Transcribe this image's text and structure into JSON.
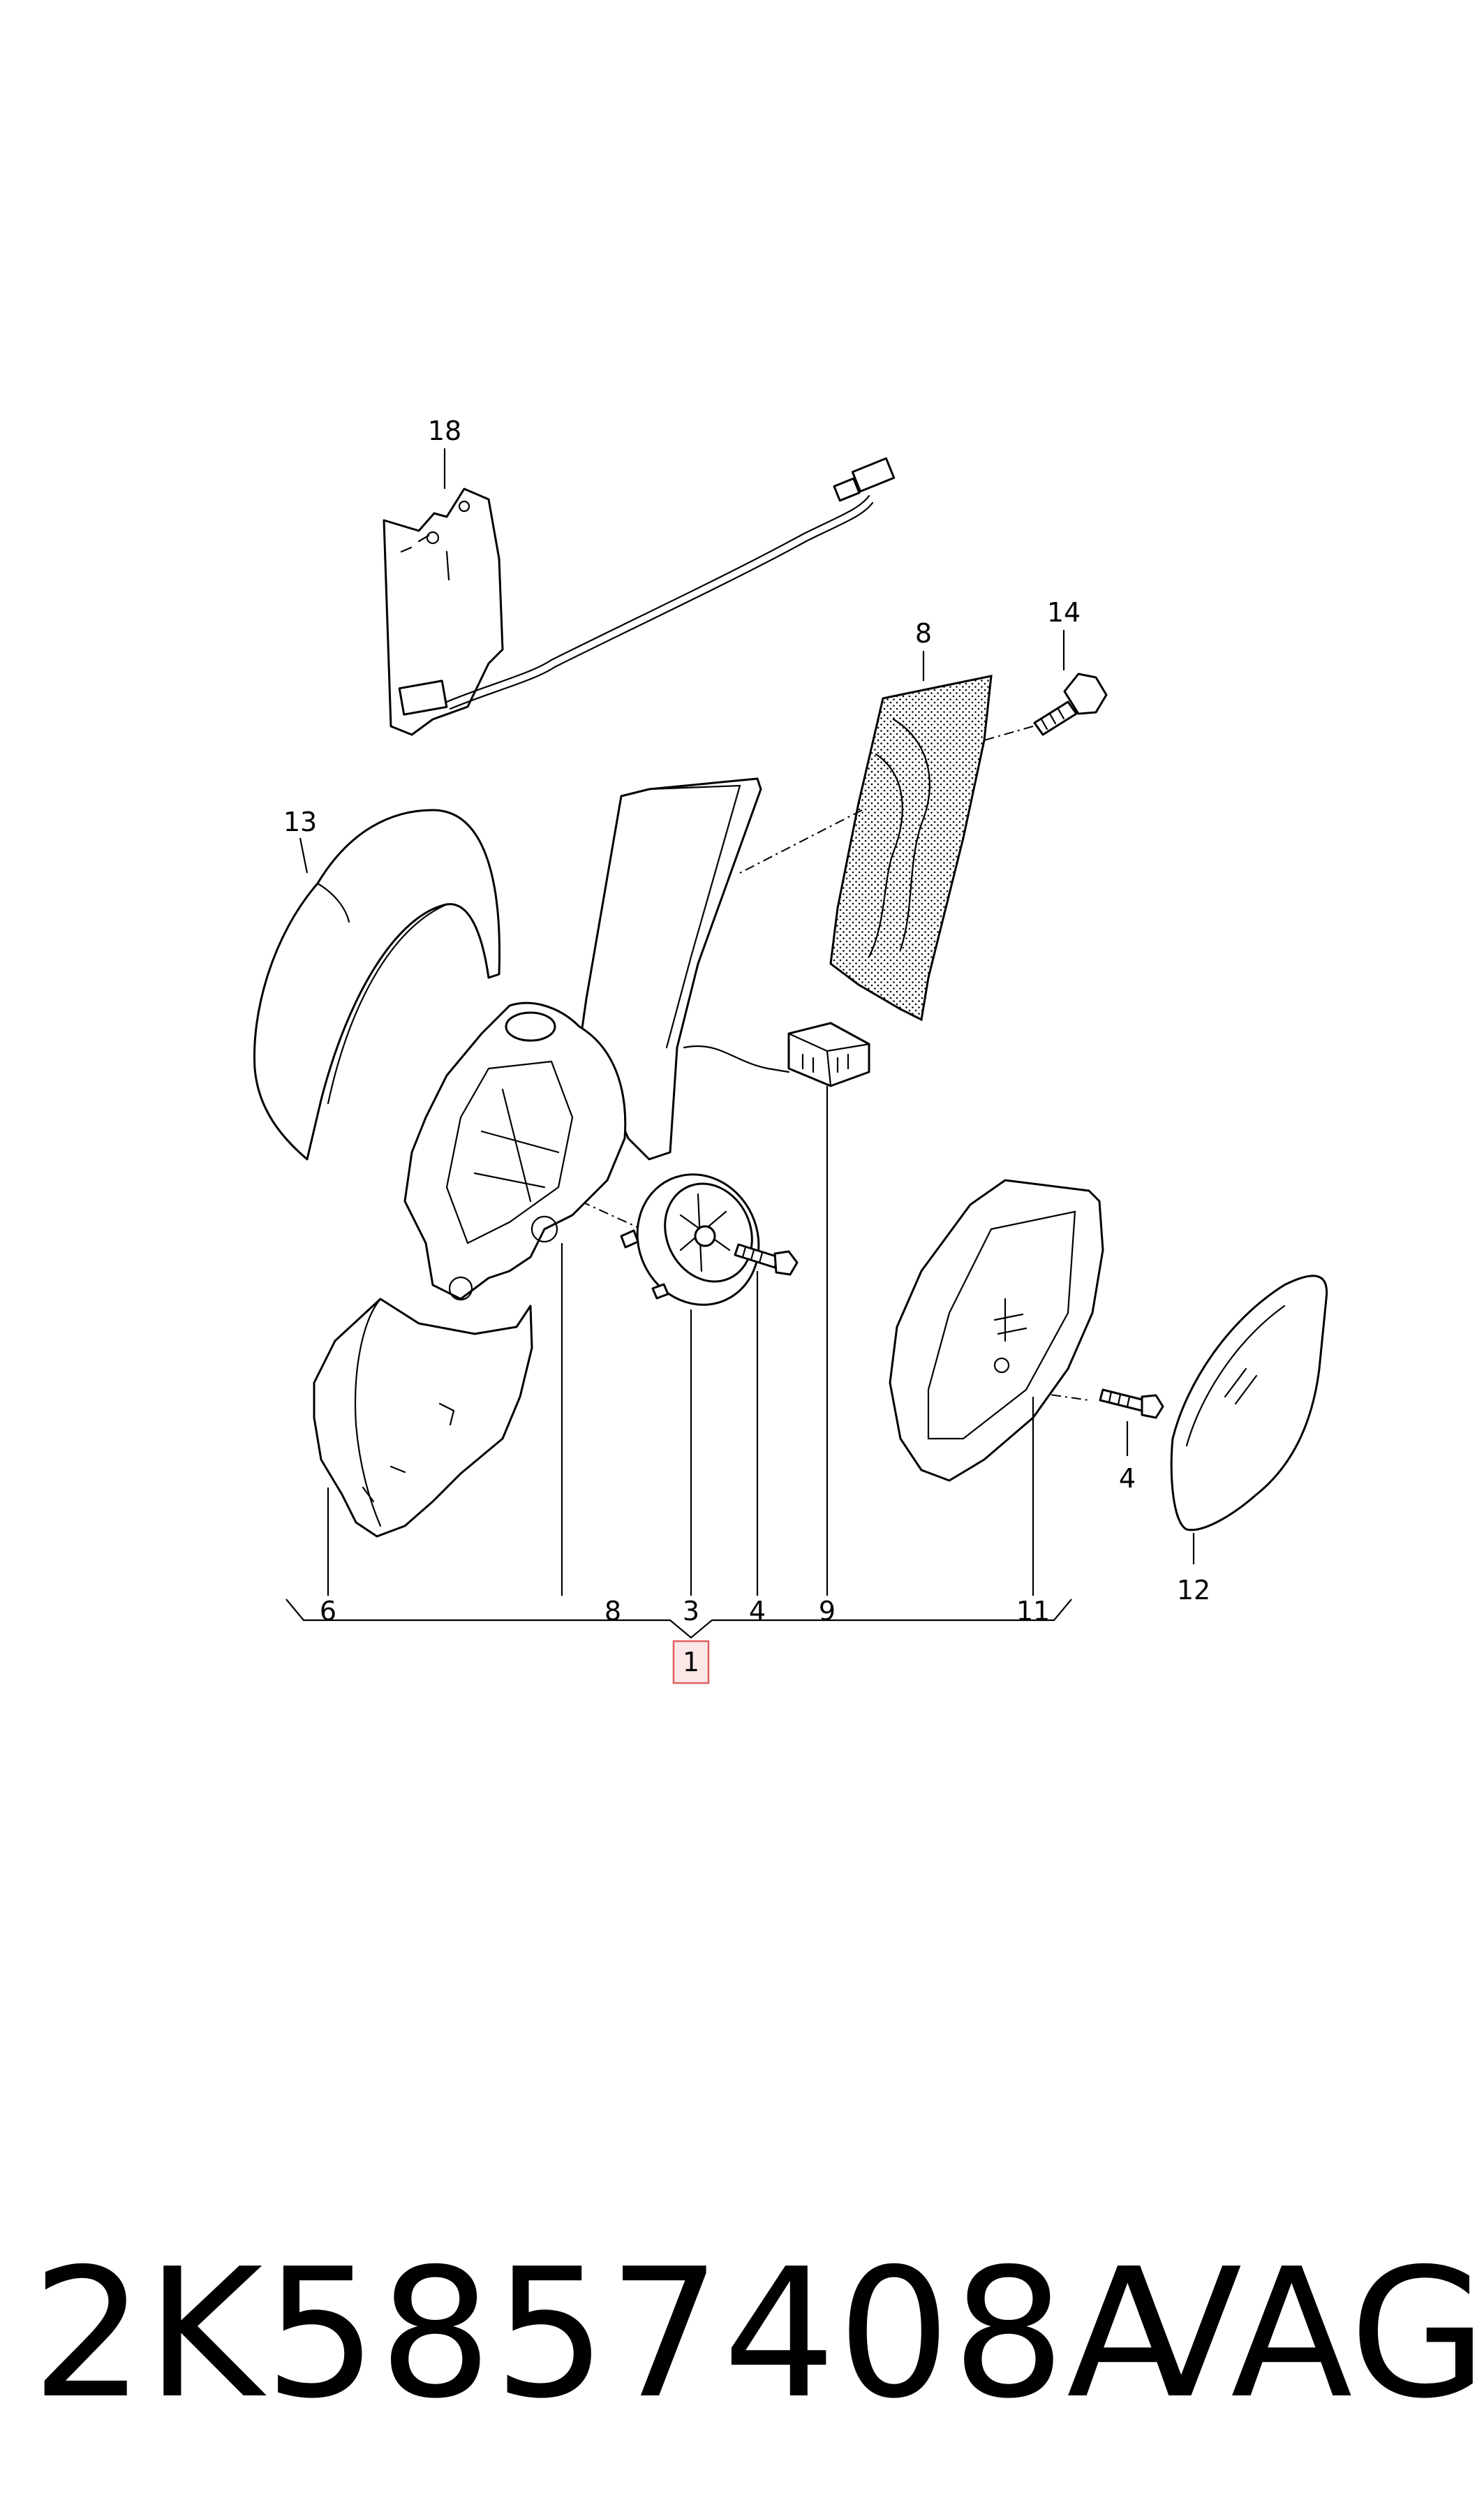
{
  "diagram": {
    "callouts": {
      "c18": "18",
      "c14": "14",
      "c8top": "8",
      "c13": "13",
      "c6": "6",
      "c8": "8",
      "c3": "3",
      "c4a": "4",
      "c9": "9",
      "c11": "11",
      "c4b": "4",
      "c12": "12",
      "c1": "1"
    },
    "highlight_color": "#e06060"
  },
  "footer": {
    "part_number": "2K5857408A",
    "brand": "VAG"
  }
}
